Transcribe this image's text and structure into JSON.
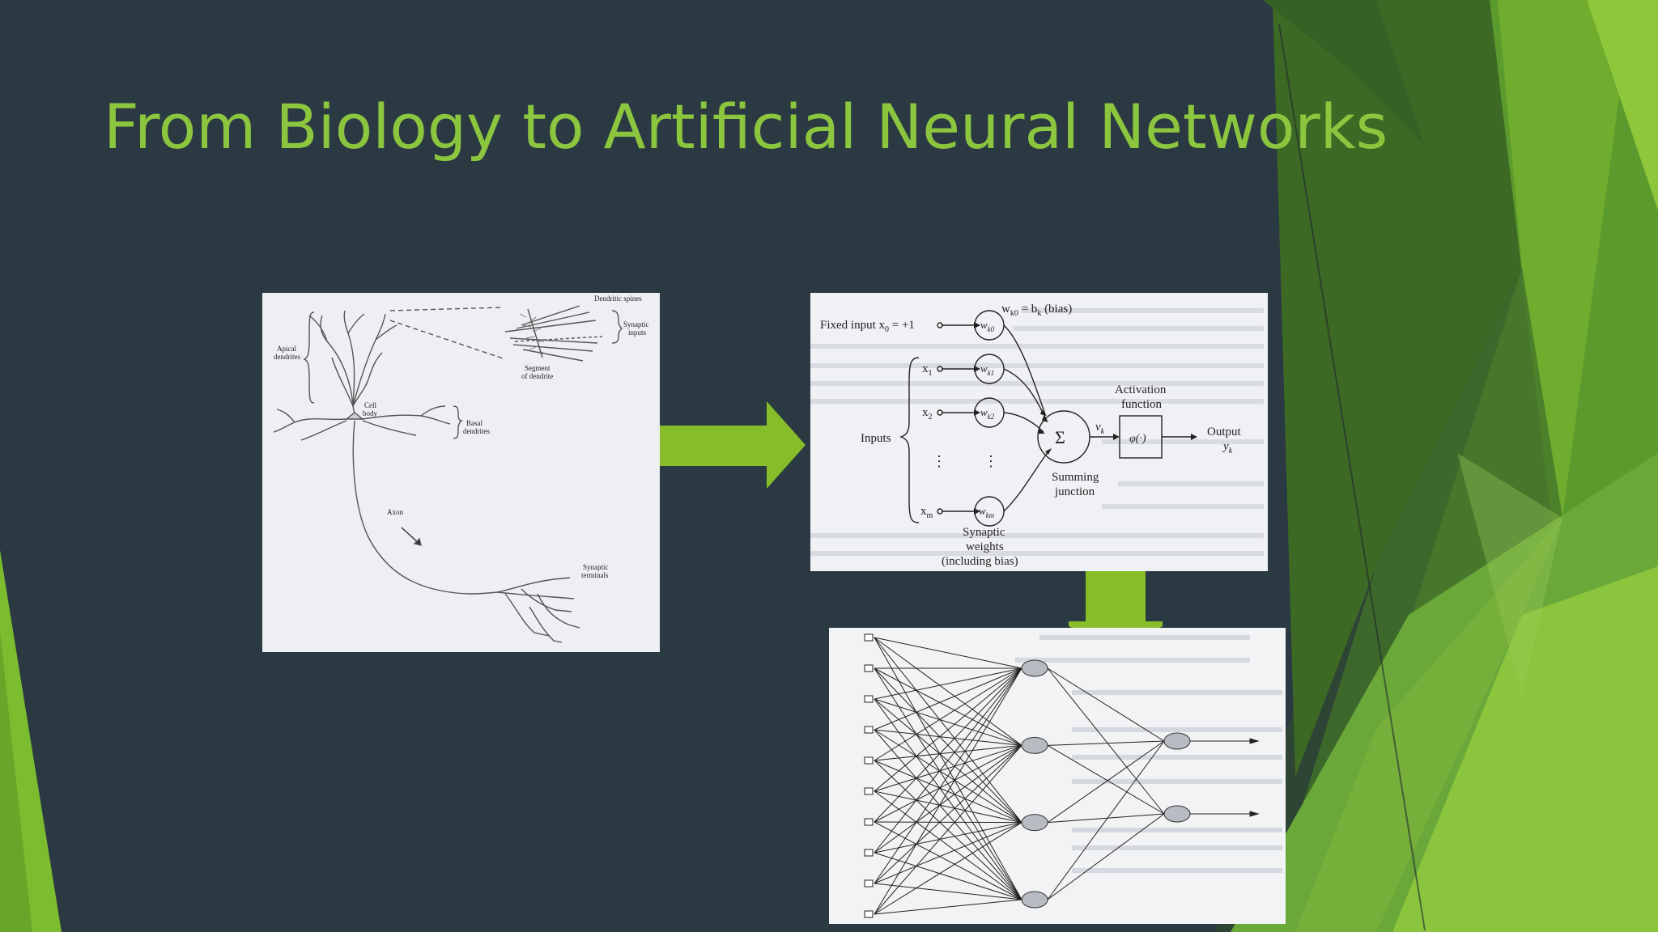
{
  "slide": {
    "title": "From Biology to Artificial Neural Networks",
    "colors": {
      "background": "#2b3a42",
      "title": "#8cc63f",
      "arrow": "#86bd29",
      "green_dark": "#3f7a1f",
      "green_mid": "#5e9b2a",
      "green_light": "#8ec73a"
    }
  },
  "neuron_figure": {
    "dendritic_spines": "Dendritic spines",
    "synaptic_inputs_1": "Synaptic",
    "synaptic_inputs_2": "inputs",
    "apical_1": "Apical",
    "apical_2": "dendrites",
    "segment_1": "Segment",
    "segment_2": "of dendrite",
    "cell_body_1": "Cell",
    "cell_body_2": "body",
    "basal_1": "Basal",
    "basal_2": "dendrites",
    "axon": "Axon",
    "synaptic_terminals_1": "Synaptic",
    "synaptic_terminals_2": "terminals"
  },
  "perceptron_figure": {
    "bias_label": "w",
    "bias_sub": "k0",
    "bias_rest": " = b",
    "bias_rest_sub": "k",
    "bias_paren": " (bias)",
    "fixed_input": "Fixed input x",
    "fixed_input_sub": "0",
    "fixed_input_rest": " = +1",
    "inputs": "Inputs",
    "x1": "x",
    "x1_sub": "1",
    "x2": "x",
    "x2_sub": "2",
    "xm": "x",
    "xm_sub": "m",
    "w0": "w",
    "w0_sub": "k0",
    "w1": "w",
    "w1_sub": "k1",
    "w2": "w",
    "w2_sub": "k2",
    "wm": "w",
    "wm_sub": "km",
    "sigma": "Σ",
    "vk": "v",
    "vk_sub": "k",
    "phi": "φ(·)",
    "activation_1": "Activation",
    "activation_2": "function",
    "output_1": "Output",
    "output_2": "y",
    "output_sub": "k",
    "summing_1": "Summing",
    "summing_2": "junction",
    "synaptic_1": "Synaptic",
    "synaptic_2": "weights",
    "synaptic_3": "(including bias)",
    "dots": "⋮"
  },
  "network_figure": {
    "input_nodes": 10,
    "hidden_nodes": 4,
    "output_nodes": 2
  }
}
